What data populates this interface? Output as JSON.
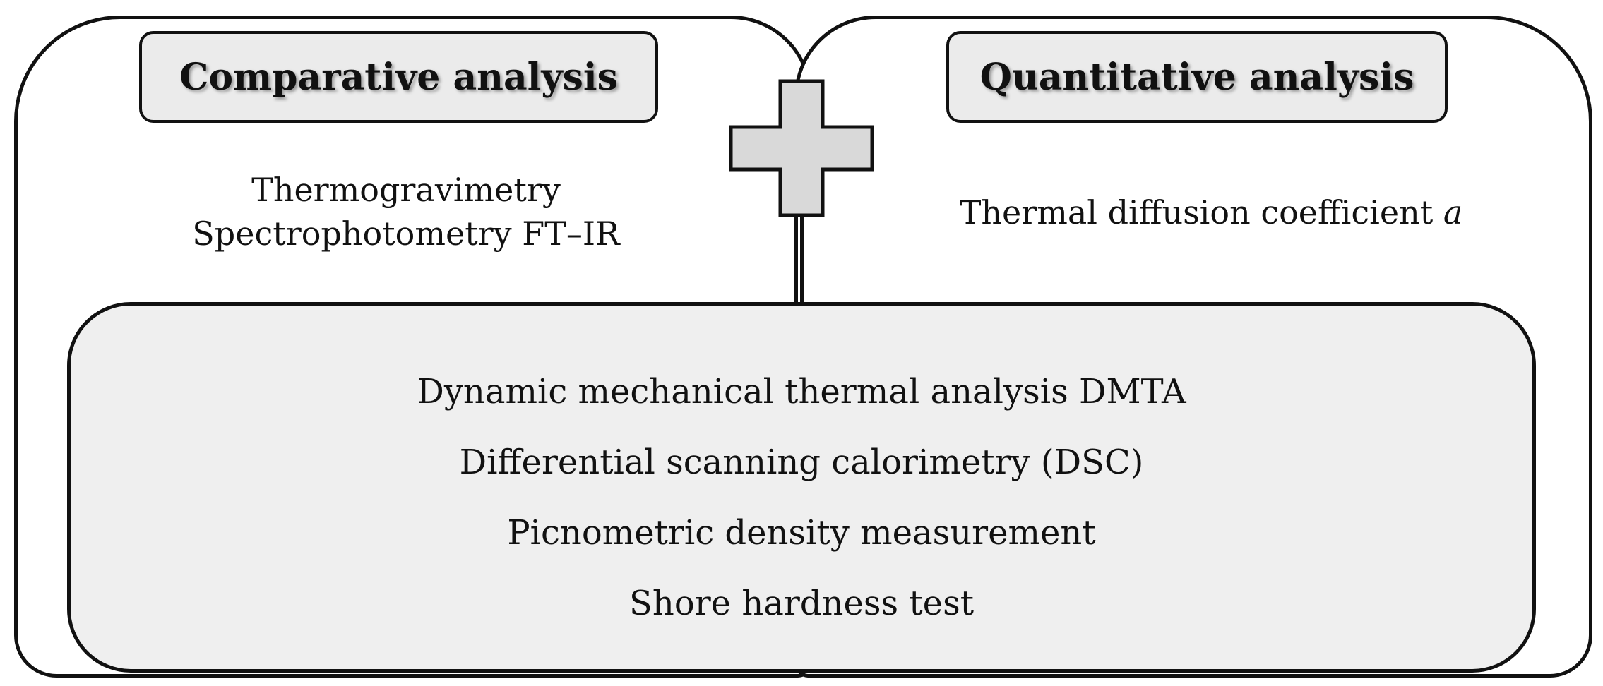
{
  "left_panel": {
    "title": "Comparative analysis",
    "methods": [
      "Thermogravimetry",
      "Spectrophotometry FT–IR"
    ]
  },
  "right_panel": {
    "title": "Quantitative analysis",
    "method_text": "Thermal diffusion coefficient ",
    "method_symbol": "a"
  },
  "shared_methods": [
    "Dynamic mechanical thermal analysis DMTA",
    "Differential scanning calorimetry (DSC)",
    "Picnometric density measurement",
    "Shore hardness test"
  ],
  "colors": {
    "stroke": "#111111",
    "box_fill": "#ebebeb",
    "plus_fill": "#d9d9d9"
  },
  "icons": {
    "combine": "plus-icon"
  }
}
